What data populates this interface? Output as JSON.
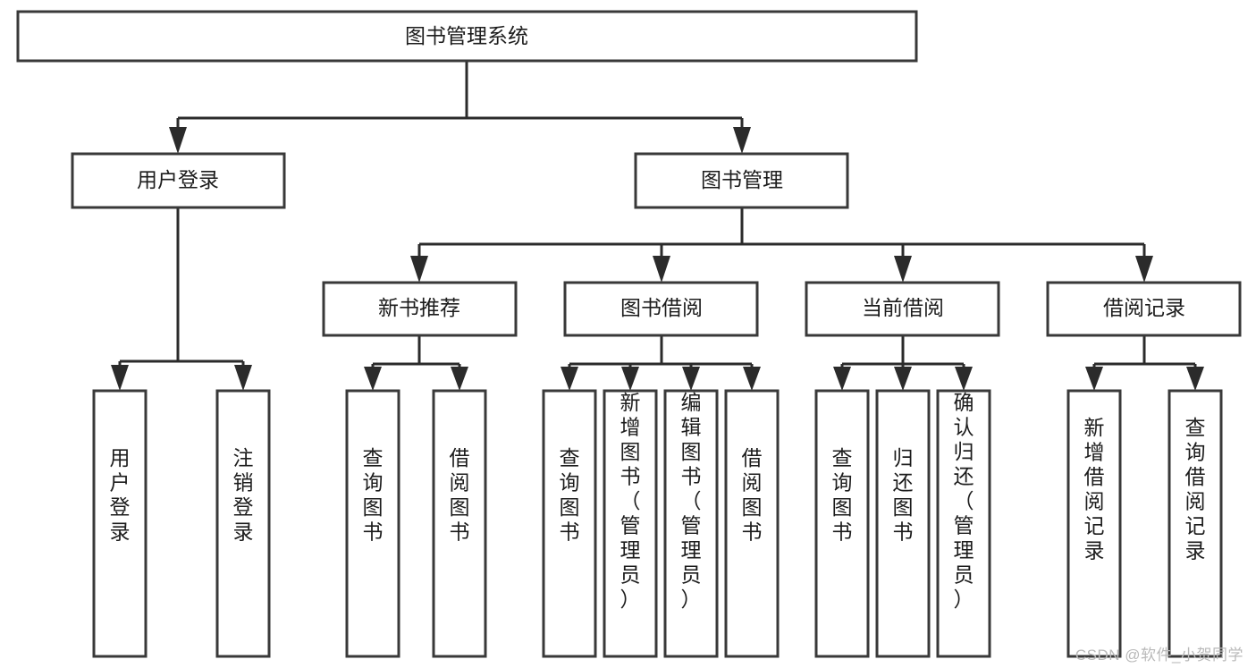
{
  "diagram": {
    "type": "tree",
    "title": "图书管理系统",
    "watermark": "CSDN @软件_小贺同学",
    "nodes": {
      "root": {
        "label": "图书管理系统",
        "orientation": "horizontal"
      },
      "l2_1": {
        "label": "用户登录",
        "orientation": "horizontal"
      },
      "l2_2": {
        "label": "图书管理",
        "orientation": "horizontal"
      },
      "l3_1": {
        "label": "新书推荐",
        "orientation": "horizontal"
      },
      "l3_2": {
        "label": "图书借阅",
        "orientation": "horizontal"
      },
      "l3_3": {
        "label": "当前借阅",
        "orientation": "horizontal"
      },
      "l3_4": {
        "label": "借阅记录",
        "orientation": "horizontal"
      },
      "leaf_1": {
        "label": "用户登录",
        "orientation": "vertical"
      },
      "leaf_2": {
        "label": "注销登录",
        "orientation": "vertical"
      },
      "leaf_3": {
        "label": "查询图书",
        "orientation": "vertical"
      },
      "leaf_4": {
        "label": "借阅图书",
        "orientation": "vertical"
      },
      "leaf_5": {
        "label": "查询图书",
        "orientation": "vertical"
      },
      "leaf_6": {
        "label": "新增图书（管理员）",
        "orientation": "vertical"
      },
      "leaf_7": {
        "label": "编辑图书（管理员）",
        "orientation": "vertical"
      },
      "leaf_8": {
        "label": "借阅图书",
        "orientation": "vertical"
      },
      "leaf_9": {
        "label": "查询图书",
        "orientation": "vertical"
      },
      "leaf_10": {
        "label": "归还图书",
        "orientation": "vertical"
      },
      "leaf_11": {
        "label": "确认归还（管理员）",
        "orientation": "vertical"
      },
      "leaf_12": {
        "label": "新增借阅记录",
        "orientation": "vertical"
      },
      "leaf_13": {
        "label": "查询借阅记录",
        "orientation": "vertical"
      }
    },
    "edges": [
      {
        "from": "root",
        "to": "l2_1"
      },
      {
        "from": "root",
        "to": "l2_2"
      },
      {
        "from": "l2_1",
        "to": "leaf_1"
      },
      {
        "from": "l2_1",
        "to": "leaf_2"
      },
      {
        "from": "l2_2",
        "to": "l3_1"
      },
      {
        "from": "l2_2",
        "to": "l3_2"
      },
      {
        "from": "l2_2",
        "to": "l3_3"
      },
      {
        "from": "l2_2",
        "to": "l3_4"
      },
      {
        "from": "l3_1",
        "to": "leaf_3"
      },
      {
        "from": "l3_1",
        "to": "leaf_4"
      },
      {
        "from": "l3_2",
        "to": "leaf_5"
      },
      {
        "from": "l3_2",
        "to": "leaf_6"
      },
      {
        "from": "l3_2",
        "to": "leaf_7"
      },
      {
        "from": "l3_2",
        "to": "leaf_8"
      },
      {
        "from": "l3_3",
        "to": "leaf_9"
      },
      {
        "from": "l3_3",
        "to": "leaf_10"
      },
      {
        "from": "l3_3",
        "to": "leaf_11"
      },
      {
        "from": "l3_4",
        "to": "leaf_12"
      },
      {
        "from": "l3_4",
        "to": "leaf_13"
      }
    ],
    "colors": {
      "box_border": "#393939",
      "box_fill": "#ffffff",
      "connector": "#2b2b2b",
      "text": "#1c1c1c",
      "watermark": "#b9b9b9",
      "background": "#ffffff"
    }
  }
}
